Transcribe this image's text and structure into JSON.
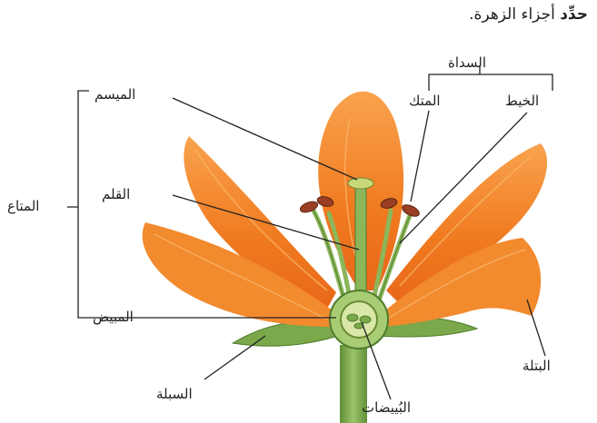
{
  "instruction": {
    "verb": "حدِّد",
    "rest": " أجزاء الزهرة."
  },
  "labels": {
    "stamen": "السداة",
    "anther": "المتك",
    "filament": "الخيط",
    "stigma": "الميسم",
    "style": "القلم",
    "pistil": "المتاع",
    "ovary": "المبيض",
    "sepal": "السبلة",
    "ovules": "البُييضات",
    "petal": "البتلة"
  },
  "colors": {
    "petal": "#f07a1f",
    "petal_light": "#f9a24e",
    "green": "#8cb65a",
    "dark_green": "#4f7d2e",
    "anther": "#9a3f24",
    "line": "#222222"
  }
}
